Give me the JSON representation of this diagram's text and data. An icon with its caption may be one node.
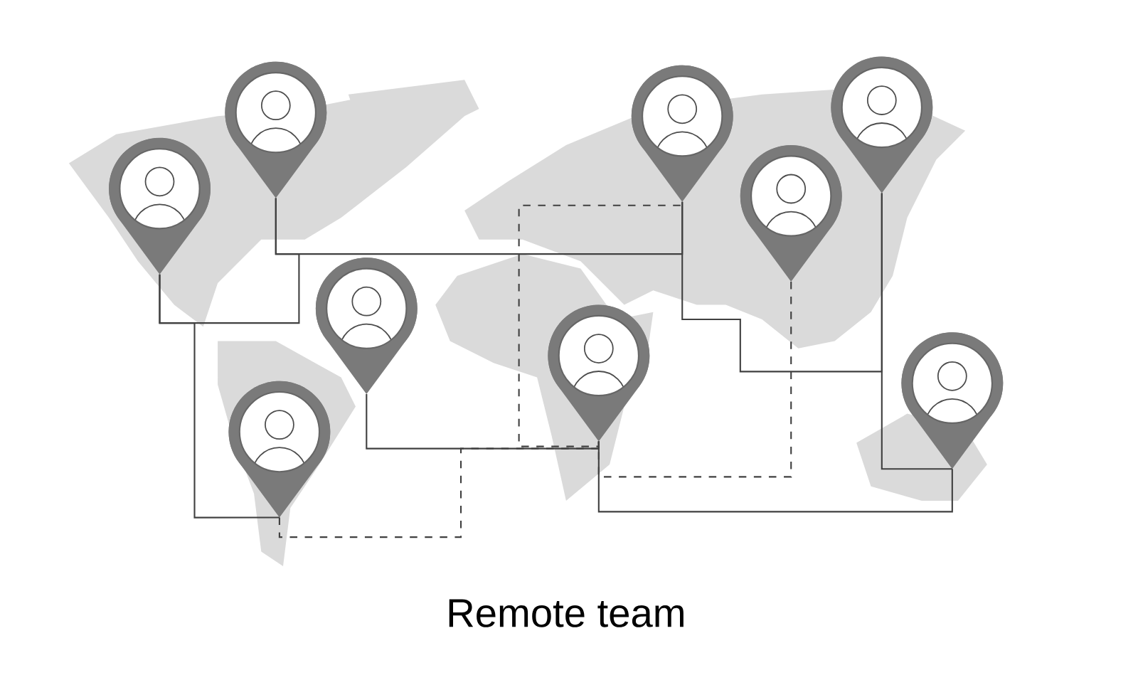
{
  "diagram": {
    "caption": "Remote team",
    "nodes": [
      {
        "text": [],
        "shape": "pin"
      },
      {
        "text": [],
        "shape": "pin"
      },
      {
        "text": [],
        "shape": "pin"
      },
      {
        "text": [],
        "shape": "pin"
      },
      {
        "text": [],
        "shape": "pin"
      },
      {
        "text": [],
        "shape": "pin"
      },
      {
        "text": [],
        "shape": "pin"
      },
      {
        "text": [],
        "shape": "pin"
      },
      {
        "text": [],
        "shape": "pin"
      }
    ],
    "edges": [
      {
        "from": 0,
        "to": 1,
        "arrow": "none"
      },
      {
        "from": 1,
        "to": 5,
        "arrow": "none"
      },
      {
        "from": 0,
        "to": 3,
        "arrow": "none"
      },
      {
        "from": 2,
        "to": 4,
        "arrow": "none"
      },
      {
        "from": 5,
        "to": 7,
        "arrow": "none"
      },
      {
        "from": 7,
        "to": 8,
        "arrow": "none"
      },
      {
        "from": 4,
        "to": 8,
        "arrow": "none"
      },
      {
        "from": 3,
        "to": 4,
        "arrow": "none",
        "style": "dashed"
      },
      {
        "from": 4,
        "to": 5,
        "arrow": "none",
        "style": "dashed"
      },
      {
        "from": 6,
        "to": 4,
        "arrow": "none",
        "style": "dashed"
      }
    ]
  }
}
